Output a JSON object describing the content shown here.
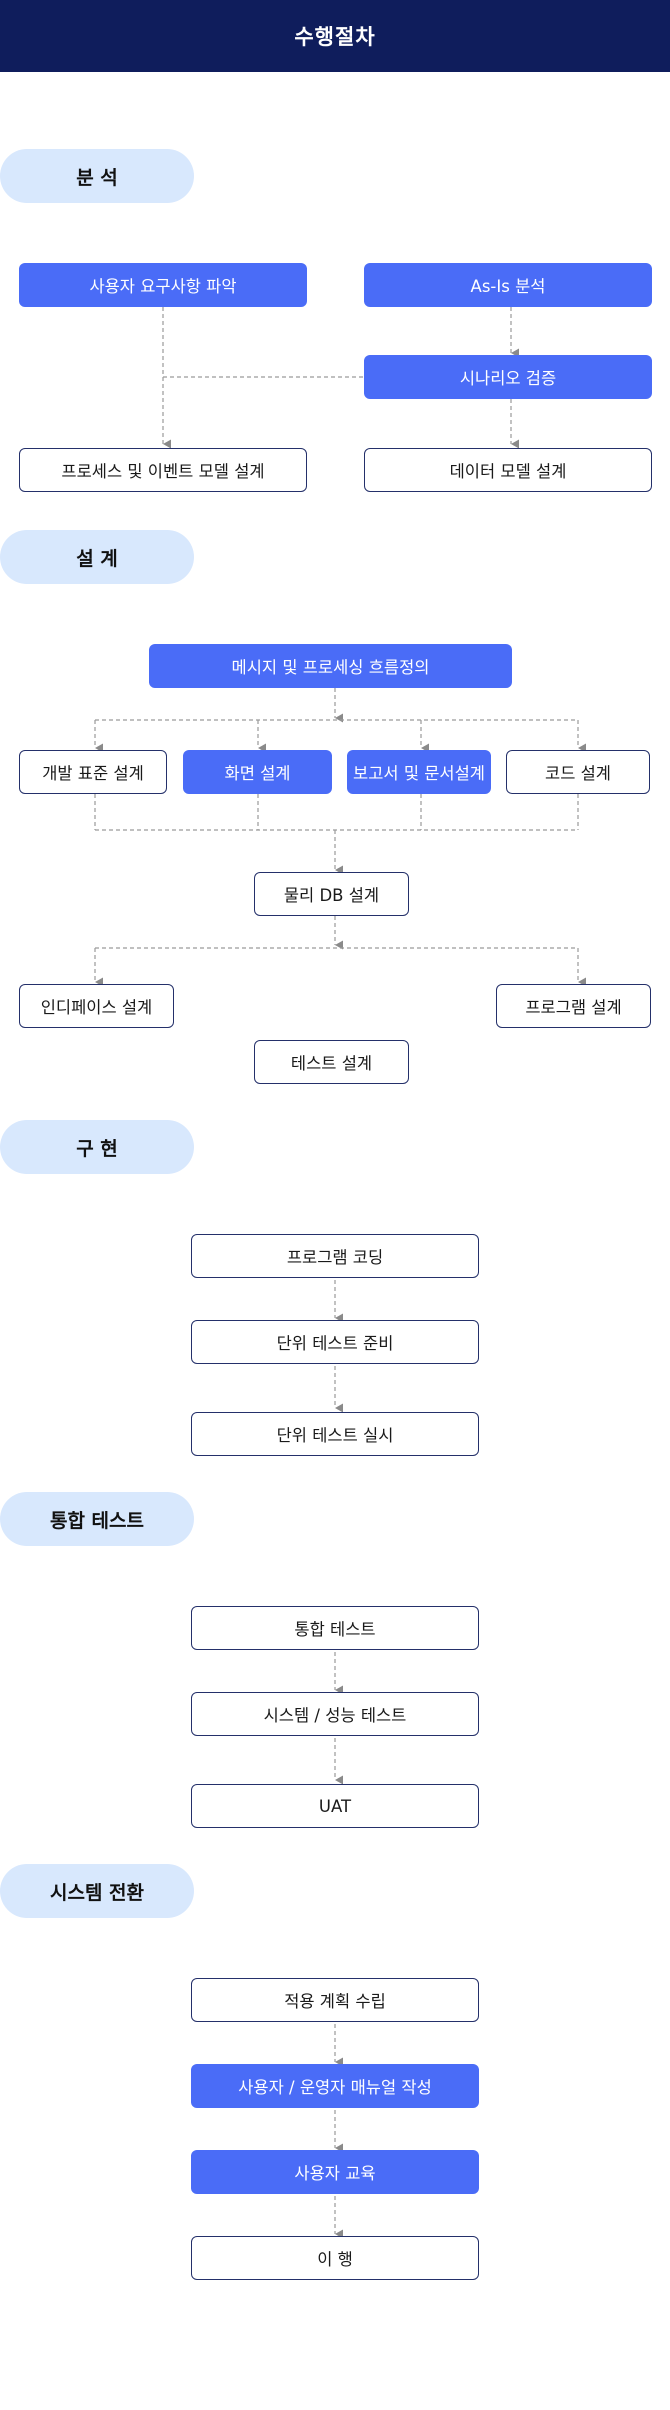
{
  "title": "수행절차",
  "colors": {
    "header_bg": "#0f1d5c",
    "pill_bg": "#d8e8fd",
    "blue_box": "#4a6cf7",
    "outline": "#24306a",
    "connector": "#8a8a8a"
  },
  "sections": {
    "analysis": {
      "label": "분 석",
      "boxes": {
        "requirements": "사용자 요구사항 파악",
        "asis": "As-Is 분석",
        "scenario": "시나리오 검증",
        "process_event": "프로세스 및 이벤트 모델 설계",
        "data_model": "데이터 모델 설계"
      }
    },
    "design": {
      "label": "설 계",
      "boxes": {
        "message_process": "메시지 및 프로세싱 흐름정의",
        "dev_standard": "개발 표준 설계",
        "screen": "화면 설계",
        "report_doc": "보고서 및 문서설계",
        "code": "코드 설계",
        "physical_db": "물리 DB 설계",
        "interface": "인디페이스 설계",
        "program": "프로그램 설계",
        "test": "테스트 설계"
      }
    },
    "implementation": {
      "label": "구 현",
      "boxes": {
        "coding": "프로그램 코딩",
        "unit_prep": "단위 테스트 준비",
        "unit_exec": "단위 테스트 실시"
      }
    },
    "integration": {
      "label": "통합 테스트",
      "boxes": {
        "integration_test": "통합 테스트",
        "system_perf": "시스템 / 성능 테스트",
        "uat": "UAT"
      }
    },
    "transition": {
      "label": "시스템 전환",
      "boxes": {
        "plan": "적용 계획 수립",
        "manual": "사용자 / 운영자 매뉴얼 작성",
        "training": "사용자 교육",
        "migration": "이 행"
      }
    }
  }
}
